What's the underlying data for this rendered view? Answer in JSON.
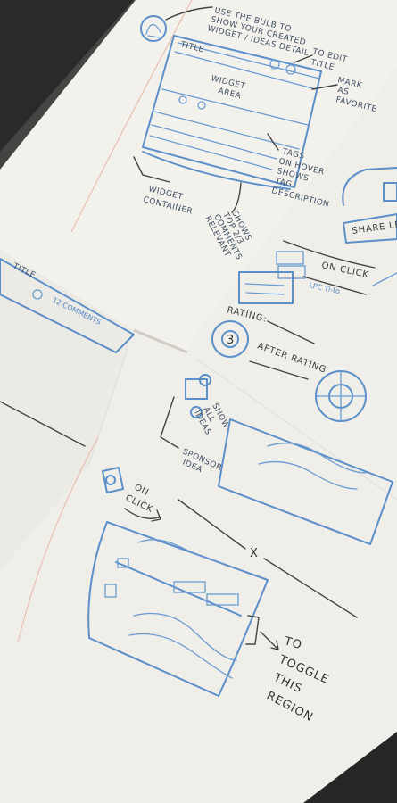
{
  "sheet_top": {
    "note_top": [
      "USE THE BULB TO",
      "SHOW YOUR CREATED",
      "WIDGET / IDEAS DETAIL"
    ],
    "title_label": "TITLE",
    "edit_note": [
      "TO EDIT",
      "TITLE"
    ],
    "widget_area": [
      "WIDGET",
      "AREA"
    ],
    "favorite_note": [
      "MARK",
      "AS",
      "FAVORITE"
    ],
    "tags_note": [
      "TAGS",
      "ON HOVER",
      "SHOWS",
      "TAG",
      "DESCRIPTION"
    ],
    "container_note": [
      "WIDGET",
      "CONTAINER"
    ],
    "comments_note": [
      "SHOWS",
      "TOP 2/3",
      "COMMENTS",
      "RELEVANT"
    ]
  },
  "sheet_right": {
    "share_label": "SHARE LE",
    "on_click_label": "ON CLICK",
    "click_detail": "LPC Ti-to",
    "rating_label": "RATING:",
    "rating_value": "3",
    "after_rating_label": "AFTER RATING"
  },
  "sheet_left": {
    "title_label": "TITLE",
    "comments_label": "12 COMMENTS"
  },
  "sheet_bottom": {
    "show_all_note": [
      "SHOW",
      "ALL",
      "IDEAS"
    ],
    "sponsor_note": [
      "SPONSOR",
      "IDEA"
    ],
    "on_click_label": [
      "ON",
      "CLICK"
    ],
    "marker_x": "X",
    "toggle_note": [
      "TO",
      "TOGGLE",
      "THIS",
      "REGION"
    ]
  }
}
